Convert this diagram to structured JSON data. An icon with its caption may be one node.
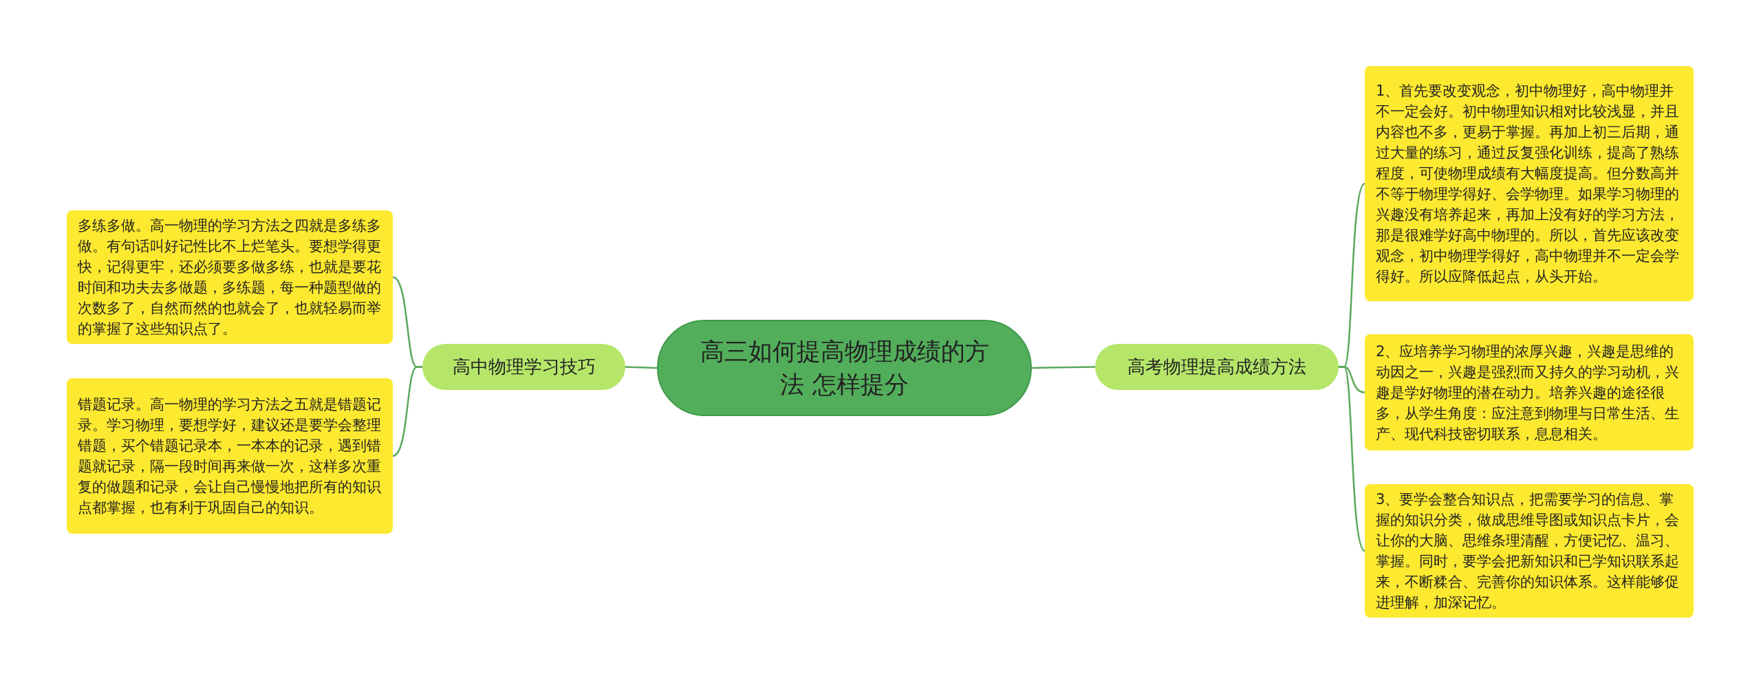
{
  "diagram": {
    "nodes": [
      {
        "text": [
          "高三如何提高物理成绩的方法 怎样提分"
        ]
      },
      {
        "text": [
          "高中物理学习技巧"
        ]
      },
      {
        "text": [
          "多练多做。高一物理的学习方法之四就是多练多做。有句话叫好记性比不上烂笔头。要想学得更快，记得更牢，还必须要多做多练，也就是要花时间和功夫去多做题，多练题，每一种题型做的次数多了，自然而然的也就会了，也就轻易而举的掌握了这些知识点了。"
        ]
      },
      {
        "text": [
          "错题记录。高一物理的学习方法之五就是错题记录。学习物理，要想学好，建议还是要学会整理错题，买个错题记录本，一本本的记录，遇到错题就记录，隔一段时间再来做一次，这样多次重复的做题和记录，会让自己慢慢地把所有的知识点都掌握，也有利于巩固自己的知识。"
        ]
      },
      {
        "text": [
          "高考物理提高成绩方法"
        ]
      },
      {
        "text": [
          "1、首先要改变观念，初中物理好，高中物理并不一定会好。初中物理知识相对比较浅显，并且内容也不多，更易于掌握。再加上初三后期，通过大量的练习，通过反复强化训练，提高了熟练程度，可使物理成绩有大幅度提高。但分数高并不等于物理学得好、会学物理。如果学习物理的兴趣没有培养起来，再加上没有好的学习方法，那是很难学好高中物理的。所以，首先应该改变观念，初中物理学得好，高中物理并不一定会学得好。所以应降低起点，从头开始。"
        ]
      },
      {
        "text": [
          "2、应培养学习物理的浓厚兴趣，兴趣是思维的动因之一，兴趣是强烈而又持久的学习动机，兴趣是学好物理的潜在动力。培养兴趣的途径很多，从学生角度：应注意到物理与日常生活、生产、现代科技密切联系，息息相关。"
        ]
      },
      {
        "text": [
          "3、要学会整合知识点，把需要学习的信息、掌握的知识分类，做成思维导图或知识点卡片，会让你的大脑、思维条理清醒，方便记忆、温习、掌握。同时，要学会把新知识和已学知识联系起来，不断糅合、完善你的知识体系。这样能够促进理解，加深记忆。"
        ]
      }
    ],
    "edges": [
      {
        "from": 0,
        "to": 1,
        "arrow": "none"
      },
      {
        "from": 1,
        "to": 2,
        "arrow": "none"
      },
      {
        "from": 1,
        "to": 3,
        "arrow": "none"
      },
      {
        "from": 0,
        "to": 4,
        "arrow": "none"
      },
      {
        "from": 4,
        "to": 5,
        "arrow": "none"
      },
      {
        "from": 4,
        "to": 6,
        "arrow": "none"
      },
      {
        "from": 4,
        "to": 7,
        "arrow": "none"
      }
    ]
  }
}
